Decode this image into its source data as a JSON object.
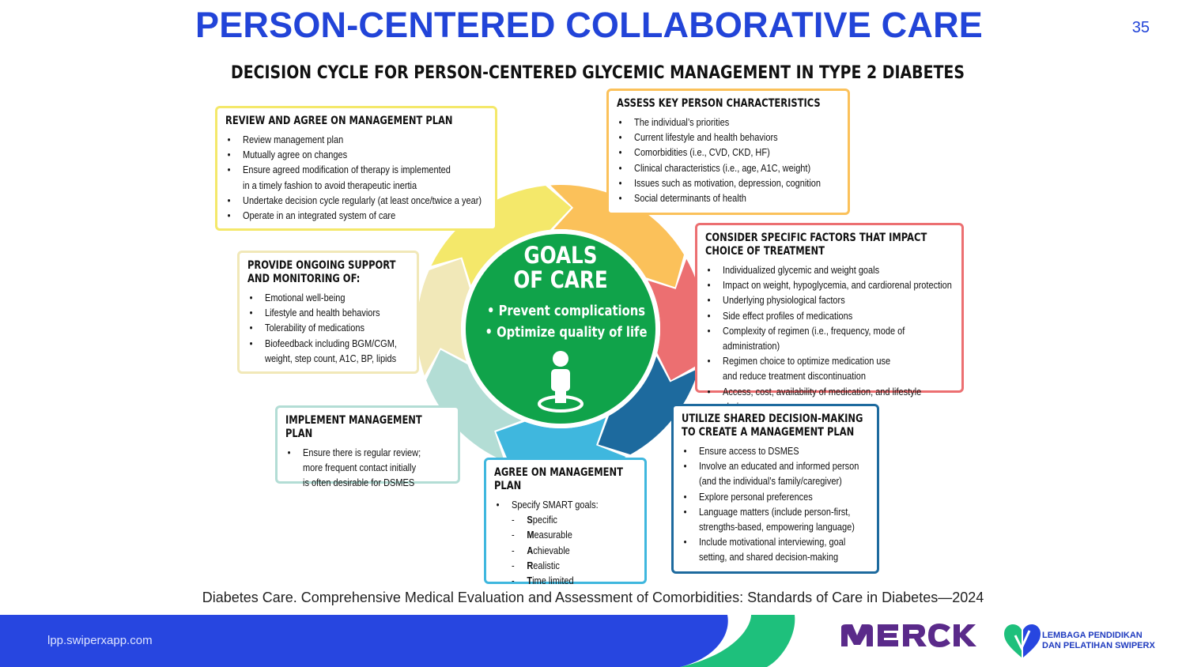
{
  "page": {
    "title": "PERSON-CENTERED COLLABORATIVE CARE",
    "page_number": "35",
    "subtitle": "DECISION CYCLE FOR PERSON-CENTERED GLYCEMIC MANAGEMENT IN TYPE 2 DIABETES",
    "caption": "Diabetes Care. Comprehensive Medical Evaluation and Assessment of Comorbidities: Standards of Care in Diabetes—2024"
  },
  "center": {
    "title_line1": "GOALS",
    "title_line2": "OF CARE",
    "goal1": "• Prevent complications",
    "goal2": "• Optimize quality of life"
  },
  "colors": {
    "yellow": "#f4e86a",
    "orange": "#fbc15a",
    "red": "#ec6f71",
    "dark_blue": "#1d6a9e",
    "sky_blue": "#3fb7de",
    "teal": "#b3ddd5",
    "cream": "#f1e8b8",
    "green": "#10a34a",
    "title_blue": "#2244d8"
  },
  "boxes": {
    "review": {
      "heading": "REVIEW AND AGREE ON MANAGEMENT PLAN",
      "items": [
        "Review management plan",
        "Mutually agree on changes",
        "Ensure agreed modification of therapy is implemented",
        "in a timely fashion to avoid therapeutic inertia",
        "Undertake decision cycle regularly (at least once/twice a year)",
        "Operate in an integrated system of care"
      ]
    },
    "assess": {
      "heading": "ASSESS KEY PERSON CHARACTERISTICS",
      "items": [
        "The individual’s priorities",
        "Current lifestyle and health behaviors",
        "Comorbidities (i.e., CVD, CKD, HF)",
        "Clinical characteristics (i.e., age, A1C, weight)",
        "Issues such as motivation, depression, cognition",
        "Social determinants of health"
      ]
    },
    "consider": {
      "heading": "CONSIDER SPECIFIC FACTORS THAT IMPACT CHOICE OF TREATMENT",
      "items": [
        "Individualized glycemic and weight goals",
        "Impact on weight, hypoglycemia, and cardiorenal protection",
        "Underlying physiological factors",
        "Side effect profiles of medications",
        "Complexity of regimen (i.e., frequency, mode of administration)",
        "Regimen choice to optimize medication use",
        "and reduce treatment discontinuation",
        "Access, cost, availability of medication, and lifestyle choices"
      ]
    },
    "support": {
      "heading": "PROVIDE ONGOING SUPPORT AND MONITORING OF:",
      "items": [
        "Emotional well-being",
        "Lifestyle and health behaviors",
        "Tolerability of medications",
        "Biofeedback including BGM/CGM,",
        "weight, step count, A1C, BP, lipids"
      ]
    },
    "implement": {
      "heading": "IMPLEMENT MANAGEMENT PLAN",
      "items": [
        "Ensure there is regular review;",
        "more frequent contact initially",
        "is often desirable for DSMES"
      ]
    },
    "agree": {
      "heading": "AGREE ON MANAGEMENT PLAN",
      "items": [
        "Specify SMART goals:",
        "S",
        "pecific",
        "M",
        "easurable",
        "A",
        "chievable",
        "R",
        "ealistic",
        "T",
        "ime limited"
      ]
    },
    "utilize": {
      "heading": "UTILIZE SHARED DECISION-MAKING TO CREATE A MANAGEMENT PLAN",
      "items": [
        "Ensure access to DSMES",
        "Involve an educated and informed person",
        "(and the individual’s family/caregiver)",
        "Explore personal preferences",
        "Language matters (include person-first,",
        "strengths-based, empowering language)",
        "Include motivational interviewing, goal",
        "setting, and shared decision-making"
      ]
    }
  },
  "footer": {
    "url": "lpp.swiperxapp.com",
    "merck_logo": "MERCK",
    "lpp_line1": "LEMBAGA PENDIDIKAN",
    "lpp_line2": "DAN PELATIHAN SWIPERX"
  }
}
